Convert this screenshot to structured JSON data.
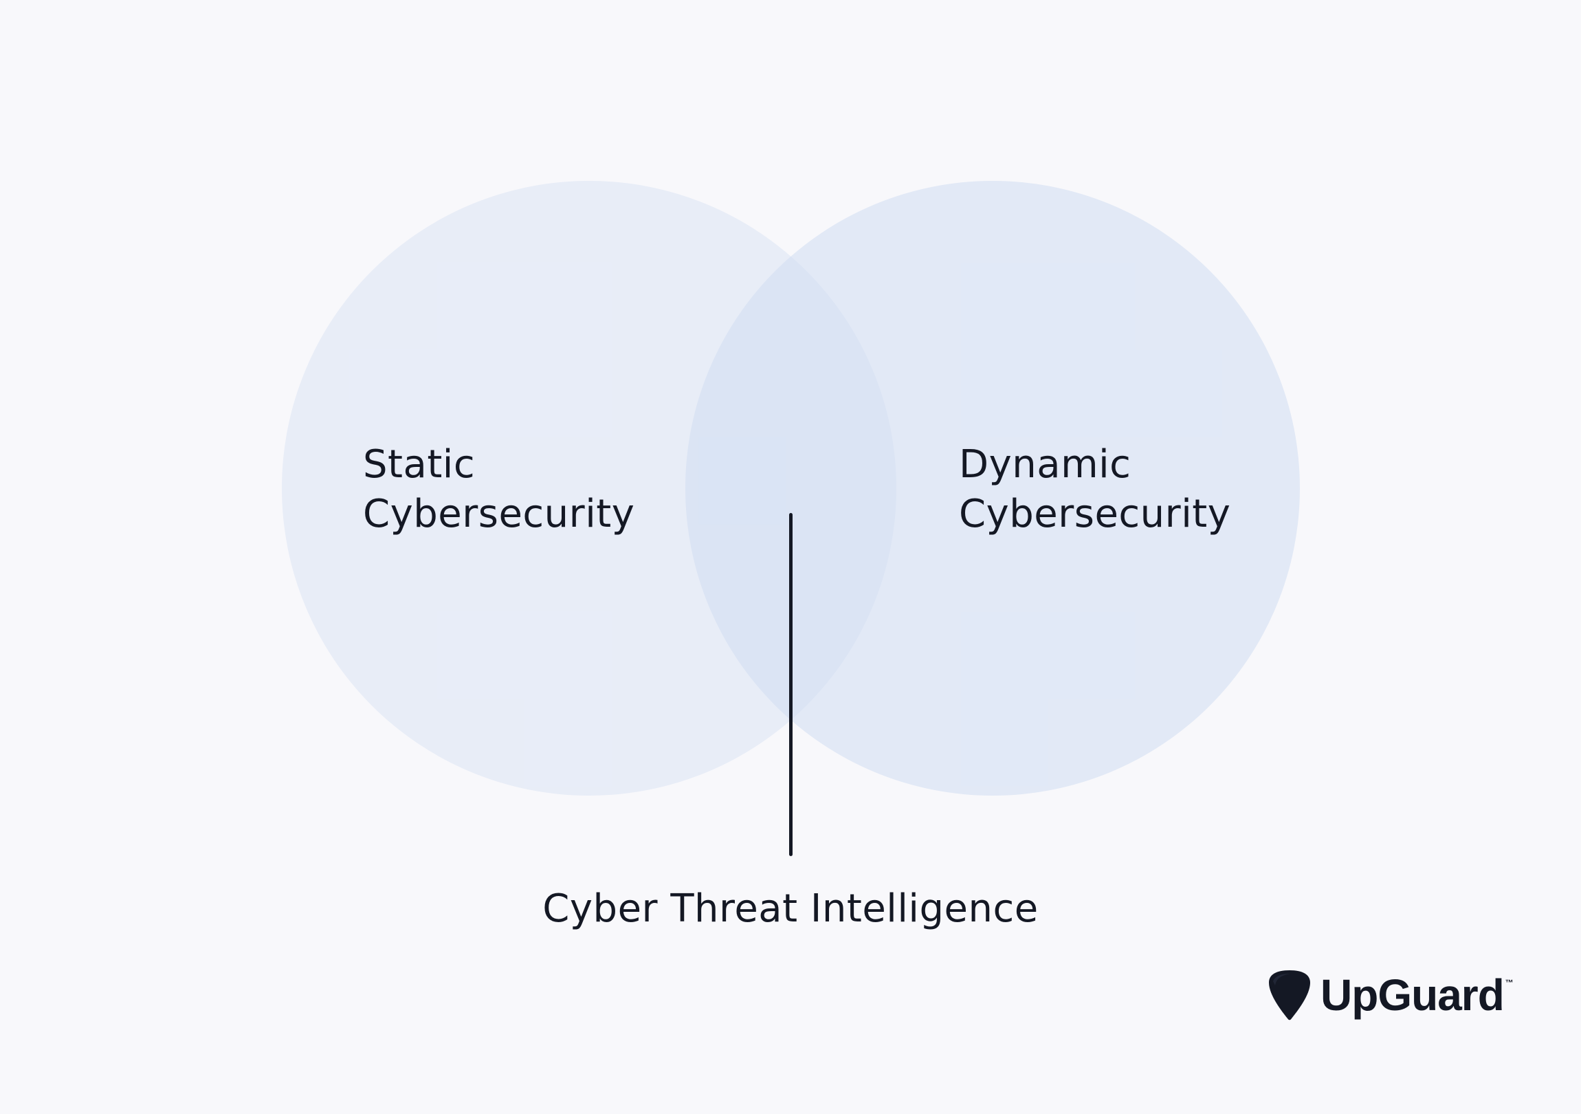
{
  "diagram": {
    "left_set": {
      "line1": "Static",
      "line2": "Cybersecurity"
    },
    "right_set": {
      "line1": "Dynamic",
      "line2": "Cybersecurity"
    },
    "intersection_label": "Cyber Threat Intelligence"
  },
  "brand": {
    "name": "UpGuard",
    "trademark": "™",
    "logo_icon": "upguard-guitar-pick-icon"
  },
  "colors": {
    "background": "#f8f8fb",
    "circle_fill": "#cfddf3",
    "text": "#141824"
  }
}
